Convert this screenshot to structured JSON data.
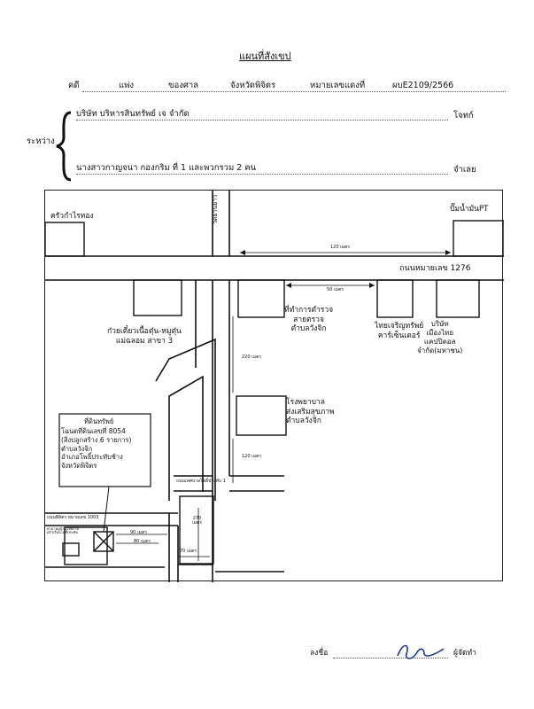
{
  "title": "แผนที่สังเขป",
  "header": {
    "case_label": "คดี",
    "case_type": "แพ่ง",
    "court_label": "ของศาล",
    "court_name": "จังหวัดพิจิตร",
    "red_no_label": "หมายเลขแดงที่",
    "red_no": "ผบE2109/2566"
  },
  "parties": {
    "between_label": "ระหว่าง",
    "plaintiff": "บริษัท บริหารสินทรัพย์ เจ จำกัด",
    "plaintiff_role": "โจทก์",
    "defendant": "นางสาวกาญจนา กองกริม ที่ 1 และพวกรวม 2 คน",
    "defendant_role": "จำเลย"
  },
  "map": {
    "labels": {
      "kruakamthong": "ครัวกำไรทอง",
      "gas_station": "ปั๊มน้ำมันPT",
      "temple_road": "วัดย่านยาว",
      "road_1276": "ถนนหมายเลข 1276",
      "noodle_shop": "ก๋วยเตี๋ยวเนื้อตุ๋น-หมูตุ๋น\nแม่ฉลอม สาขา 3",
      "police_station": "ที่ทำการตำรวจ\nสายตรวจ\nตำบลวังจิก",
      "thai_charoen": "ไทยเจริญทรัพย์\nคาร์เซ็นเตอร์",
      "mueang_thai": "บริษัท\nเมืองไทย\nแคปปิตอล\nจำกัด(มหาชน)",
      "hospital": "โรงพยาบาล\nส่งเสริมสุขภาพ\nตำบลวังจิก",
      "property_title": "ที่ดินทรัพย์",
      "property_desc": "โฉนดที่ดินเลขที่ 8054\n(สิ่งปลูกสร้าง 6 รายการ)\nตำบลวังจิก\nอำเภอโพธิ์ประทับช้าง\nจังหวัดพิจิตร",
      "pho_road": "ถนนเทศบาลโพธิ์ประทับ 1",
      "small_road": "ถนนพิจิตร หมายเลข 1003",
      "school": "ศาลาหมู่บ้านไทยง่าย\nครัวเรือนโพธิ์ประทับ"
    },
    "distances": {
      "d120_top": "120 เมตร",
      "d50": "50 เมตร",
      "d220": "220 เมตร",
      "d120_bottom": "120 เมตร",
      "d270": "270\nเมตร",
      "d90": "90 เมตร",
      "d80": "80 เมตร",
      "d70": "70 เมตร"
    }
  },
  "signature": {
    "sign_label": "ลงชื่อ",
    "role": "ผู้จัดทำ"
  }
}
